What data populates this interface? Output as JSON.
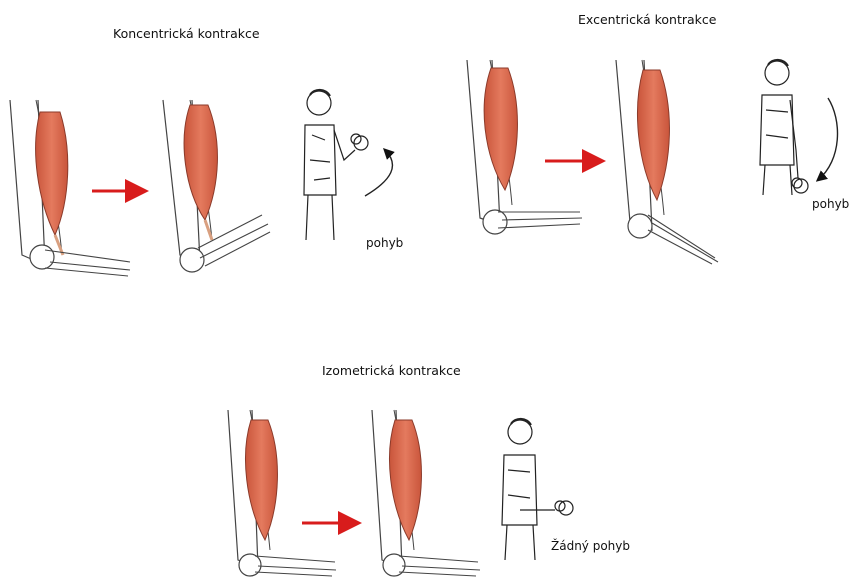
{
  "panels": {
    "concentric": {
      "title": "Koncentrická kontrakce",
      "motion_label": "pohyb"
    },
    "eccentric": {
      "title": "Excentrická kontrakce",
      "motion_label": "pohyb"
    },
    "isometric": {
      "title": "Izometrická kontrakce",
      "motion_label": "Žádný pohyb"
    }
  },
  "colors": {
    "muscle": "#d9664a",
    "muscle_light": "#ef9a80",
    "arrow": "#d81c1c",
    "bone_stroke": "#444444",
    "bone_fill": "#ffffff"
  }
}
